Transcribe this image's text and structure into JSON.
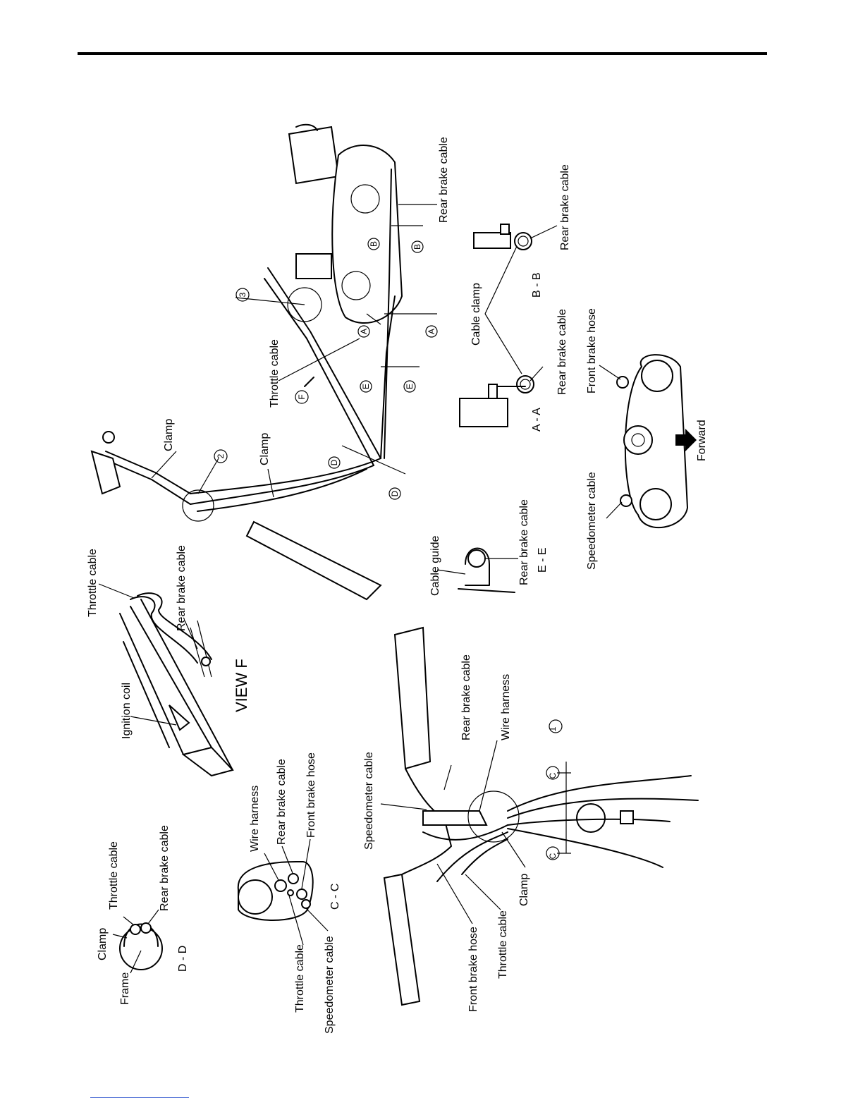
{
  "labels": {
    "d_d": {
      "frame": "Frame",
      "clamp": "Clamp",
      "throttle_cable": "Throttle cable",
      "rear_brake_cable": "Rear brake cable",
      "section": "D - D"
    },
    "c_c": {
      "wire_harness": "Wire harness",
      "rear_brake_cable": "Rear brake cable",
      "front_brake_hose": "Front brake hose",
      "throttle_cable": "Throttle cable",
      "speedometer_cable": "Speedometer cable",
      "section": "C - C"
    },
    "view_f": {
      "ignition_coil": "Ignition coil",
      "throttle_cable": "Throttle cable",
      "rear_brake_cable": "Rear brake cable",
      "title": "VIEW F"
    },
    "handlebar": {
      "speedometer_cable": "Speedometer cable",
      "rear_brake_cable": "Rear brake cable",
      "wire_harness": "Wire harness",
      "front_brake_hose": "Front brake hose",
      "throttle_cable": "Throttle cable",
      "clamp": "Clamp",
      "callout_1": "1",
      "section_c": "C"
    },
    "frame_side": {
      "clamp_upper": "Clamp",
      "clamp_lower": "Clamp",
      "throttle_cable": "Throttle cable",
      "rear_brake_cable": "Rear brake cable",
      "callout_2": "2",
      "callout_3": "3",
      "view_f_arrow": "F",
      "section_a": "A",
      "section_b": "B",
      "section_d": "D",
      "section_e": "E"
    },
    "e_e": {
      "cable_guide": "Cable guide",
      "rear_brake_cable": "Rear brake cable",
      "section": "E - E"
    },
    "a_a": {
      "rear_brake_cable": "Rear brake cable",
      "section": "A - A"
    },
    "b_b": {
      "rear_brake_cable": "Rear brake cable",
      "section": "B - B"
    },
    "cable_clamp": "Cable clamp",
    "triple_clamp": {
      "front_brake_hose": "Front brake hose",
      "speedometer_cable": "Speedometer cable",
      "forward": "Forward"
    }
  }
}
